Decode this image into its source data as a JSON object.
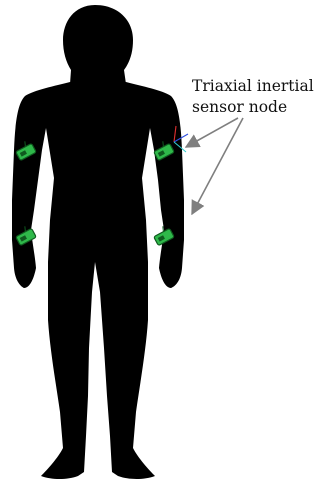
{
  "annotation": {
    "line1": "Triaxial inertial",
    "line2": "sensor node"
  },
  "colors": {
    "silhouette": "#000000",
    "sensor_fill": "#2fb84a",
    "sensor_dark": "#0f5a1f",
    "arrow": "#7f7f7f",
    "axis_x": "#e03030",
    "axis_y": "#2a9d3f",
    "axis_z": "#2f4fe0",
    "axis_extra": "#33cccc"
  },
  "icons": [
    "human-silhouette",
    "sensor-node-icon",
    "axis-triad-icon",
    "callout-arrow"
  ]
}
